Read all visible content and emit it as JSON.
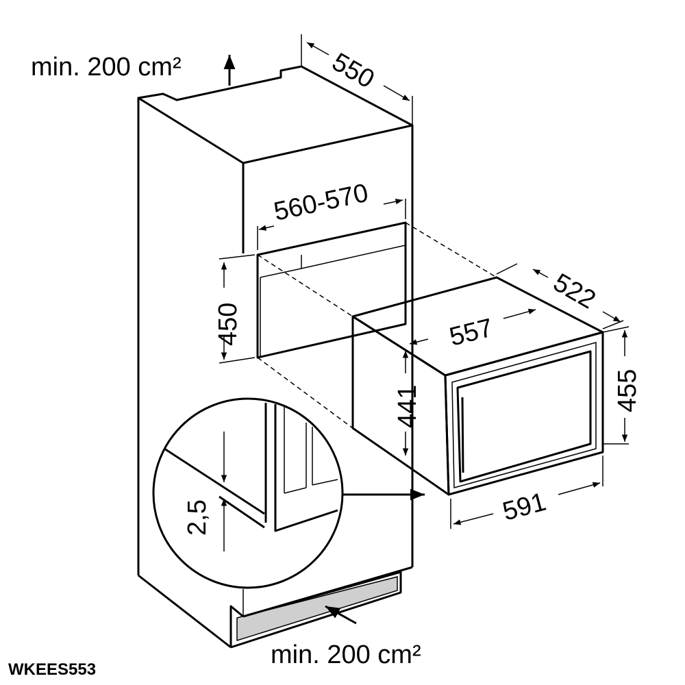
{
  "model": "WKEES553",
  "ventilation": {
    "top_label": "min. 200 cm²",
    "bottom_label": "min. 200 cm²"
  },
  "dimensions": {
    "cabinet_depth": "550",
    "niche_width": "560-570",
    "niche_height": "450",
    "appliance_depth": "522",
    "appliance_body_width": "557",
    "appliance_body_height": "441",
    "appliance_front_height": "455",
    "appliance_front_width": "591",
    "gap": "2,5"
  },
  "colors": {
    "line": "#000000",
    "fill_gray": "#cfcfcf"
  }
}
